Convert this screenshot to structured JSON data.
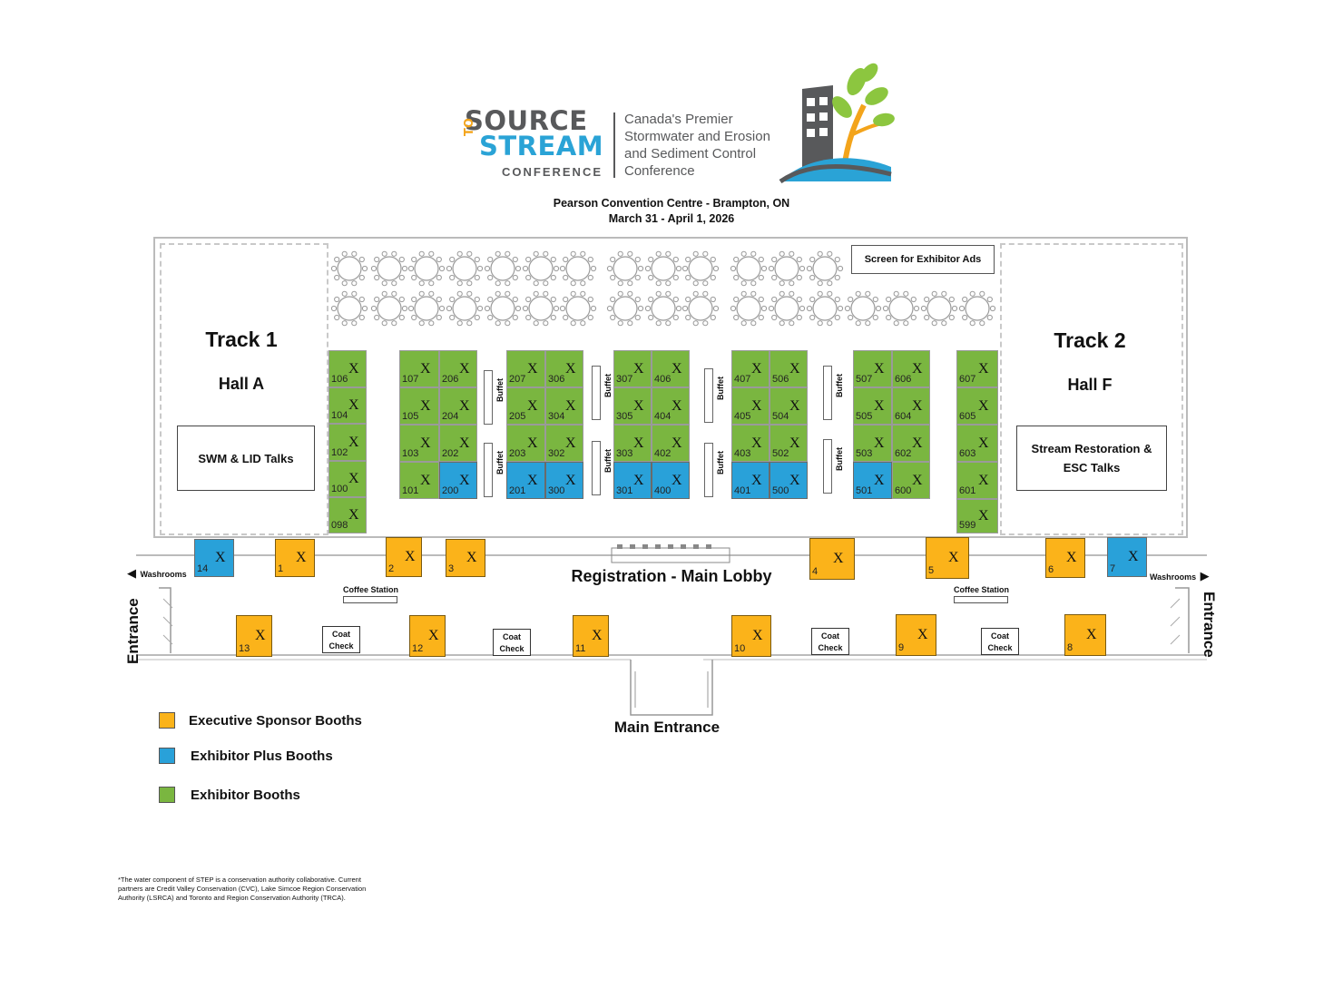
{
  "logo": {
    "word_source": "SOURCE",
    "word_to": "TO",
    "word_stream": "STREAM",
    "word_conference": "CONFERENCE",
    "tagline": [
      "Canada's Premier",
      "Stormwater and Erosion",
      "and Sediment Control",
      "Conference"
    ]
  },
  "venue": {
    "name": "Pearson Convention Centre - Brampton, ON",
    "dates": "March 31 - April 1, 2026"
  },
  "screen_label": "Screen for Exhibitor Ads",
  "track1": {
    "title": "Track 1",
    "hall": "Hall A",
    "talks": "SWM & LID Talks"
  },
  "track2": {
    "title": "Track 2",
    "hall": "Hall F",
    "talks_line1": "Stream Restoration &",
    "talks_line2": "ESC Talks"
  },
  "buffet_label": "Buffet",
  "coffee_label": "Coffee Station",
  "coat_check": [
    "Coat",
    "Check"
  ],
  "washrooms_label": "Washrooms",
  "lobby_label": "Registration - Main Lobby",
  "entrance_label": "Entrance",
  "main_entrance_label": "Main Entrance",
  "booth_mark": "X",
  "legend": [
    {
      "label": "Executive Sponsor Booths",
      "color": "#fbb31a"
    },
    {
      "label": "Exhibitor Plus Booths",
      "color": "#29a1d9"
    },
    {
      "label": "Exhibitor Booths",
      "color": "#7ab640"
    }
  ],
  "booths": {
    "exhibitor": [
      "098",
      "100",
      "102",
      "104",
      "106",
      "101",
      "103",
      "105",
      "107",
      "202",
      "204",
      "206",
      "203",
      "205",
      "207",
      "302",
      "304",
      "306",
      "303",
      "305",
      "307",
      "402",
      "404",
      "406",
      "403",
      "405",
      "407",
      "502",
      "504",
      "506",
      "503",
      "505",
      "507",
      "600",
      "602",
      "604",
      "606",
      "599",
      "601",
      "603",
      "605",
      "607"
    ],
    "exhibitor_plus": [
      "14",
      "200",
      "201",
      "300",
      "301",
      "400",
      "401",
      "500",
      "501",
      "7"
    ],
    "executive_sponsor": [
      "1",
      "2",
      "3",
      "4",
      "5",
      "6",
      "8",
      "9",
      "10",
      "11",
      "12",
      "13"
    ]
  },
  "footnote": "*The water component of STEP is a conservation authority collaborative. Current partners are Credit Valley Conservation (CVC), Lake Simcoe Region Conservation Authority (LSRCA) and Toronto and Region Conservation Authority (TRCA)."
}
